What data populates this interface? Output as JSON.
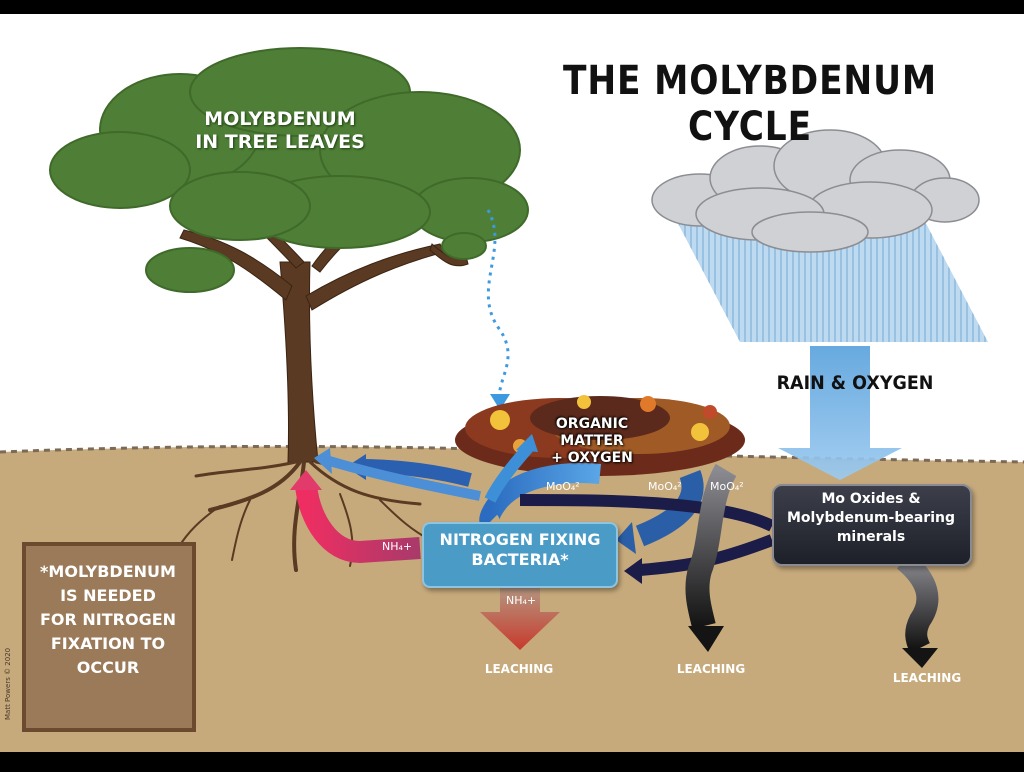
{
  "title": "THE MOLYBDENUM CYCLE",
  "tree_label_line1": "MOLYBDENUM",
  "tree_label_line2": "IN TREE LEAVES",
  "rain_label": "RAIN & OXYGEN",
  "organic_label_line1": "ORGANIC MATTER",
  "organic_label_line2": "+ OXYGEN",
  "nitrogen_box_line1": "NITROGEN FIXING",
  "nitrogen_box_line2": "BACTERIA*",
  "mo_box_line1": "Mo Oxides &",
  "mo_box_line2": "Molybdenum-bearing",
  "mo_box_line3": "minerals",
  "chem_nh4_left": "NH₄+",
  "chem_nh4_down": "NH₄+",
  "chem_moo4_1": "MoO₄²",
  "chem_moo4_2": "MoO₄²",
  "chem_moo4_3": "MoO₄²",
  "leaching_1": "LEACHING",
  "leaching_2": "LEACHING",
  "leaching_3": "LEACHING",
  "note_lines": [
    "*MOLYBDENUM",
    "IS NEEDED",
    "FOR NITROGEN",
    "FIXATION TO",
    "OCCUR"
  ],
  "credit": "Matt Powers © 2020",
  "colors": {
    "sky": "#ffffff",
    "soil": "#c7aa7c",
    "foliage": "#4f7f37",
    "trunk": "#5a3a22",
    "rain": "#9dc6e6",
    "ammonium": "#d8345f",
    "molybdate": "#1f5fa8",
    "dark_flow": "#1c1c3c"
  }
}
